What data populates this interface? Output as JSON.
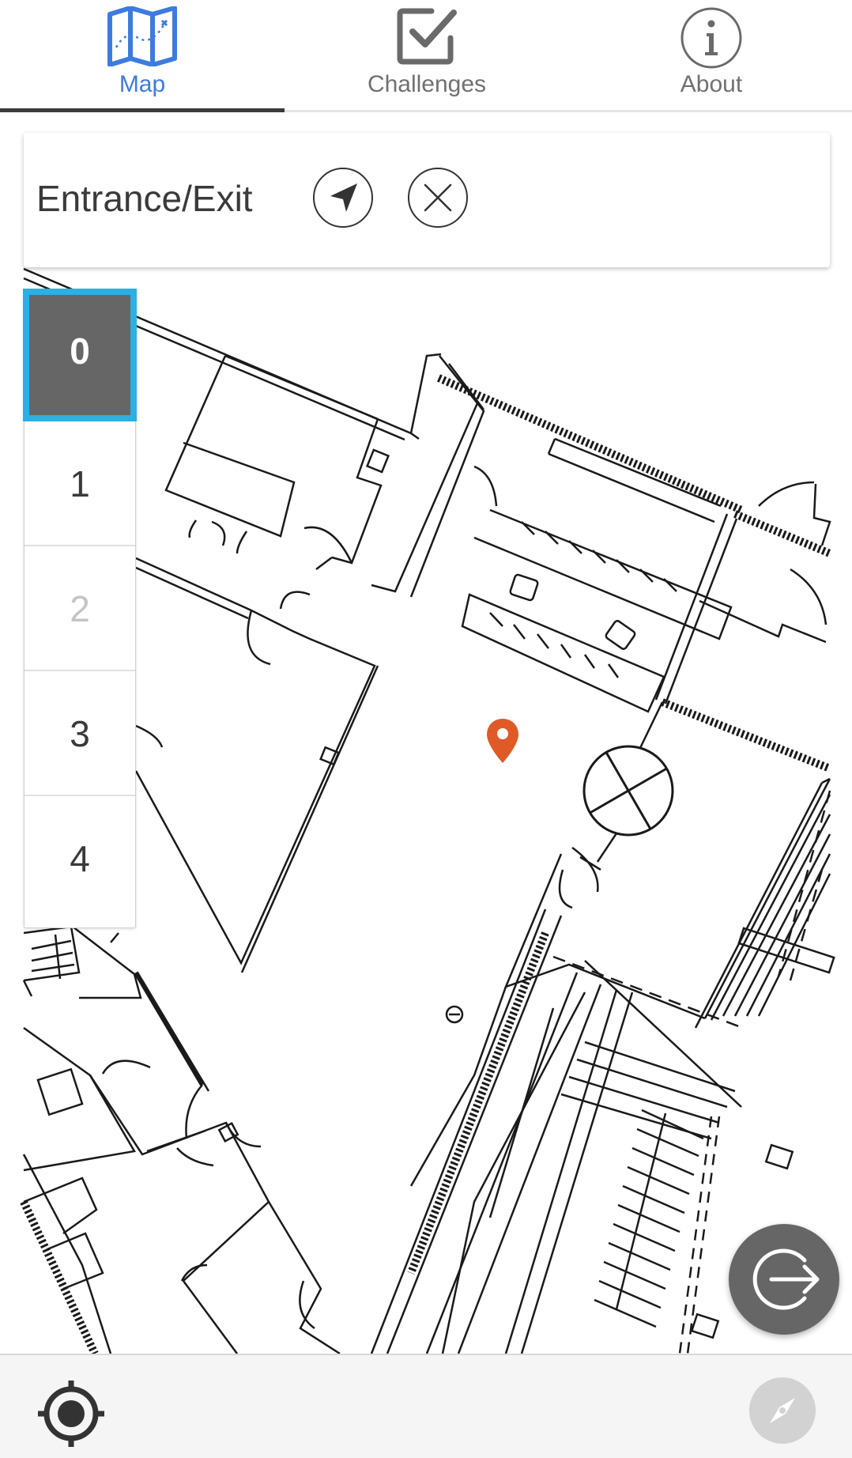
{
  "tabs": [
    {
      "label": "Map",
      "icon": "map-icon",
      "active": true
    },
    {
      "label": "Challenges",
      "icon": "checkbox-icon",
      "active": false
    },
    {
      "label": "About",
      "icon": "info-icon",
      "active": false
    }
  ],
  "destination": {
    "title": "Entrance/Exit",
    "navigate_icon": "navigate-arrow-icon",
    "close_icon": "close-icon"
  },
  "floors": [
    {
      "label": "0",
      "state": "selected"
    },
    {
      "label": "1",
      "state": "normal"
    },
    {
      "label": "2",
      "state": "disabled"
    },
    {
      "label": "3",
      "state": "normal"
    },
    {
      "label": "4",
      "state": "normal"
    }
  ],
  "map": {
    "marker_icon": "location-pin-icon",
    "marker_color": "#e05a27"
  },
  "fab": {
    "icon": "exit-icon"
  },
  "bottom_bar": {
    "left_icon": "my-location-icon",
    "right_icon": "compass-icon"
  },
  "colors": {
    "accent": "#3d7be0",
    "floor_selected_bg": "#666666",
    "floor_selected_border": "#2ab0e4"
  }
}
